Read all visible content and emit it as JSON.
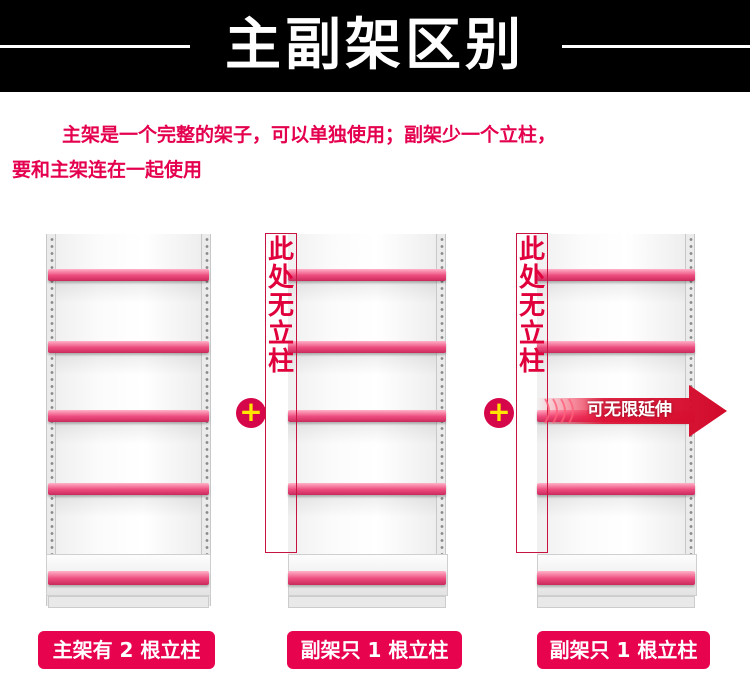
{
  "header": {
    "title": "主副架区别"
  },
  "description": {
    "line1": "主架是一个完整的架子，可以单独使用；副架少一个立柱，",
    "line2": "要和主架连在一起使用"
  },
  "main_rack": {
    "label": "主架有 2 根立柱"
  },
  "sub_rack_1": {
    "label": "副架只 1 根立柱",
    "note": "此处无立柱"
  },
  "sub_rack_2": {
    "label": "副架只 1 根立柱",
    "note": "此处无立柱",
    "arrow_text": "可无限延伸"
  },
  "plus_symbol": "+",
  "colors": {
    "accent": "#e8034f",
    "shelf": "#ec4b7e",
    "plus_fill": "#d6064a",
    "plus_text": "#ffe600",
    "header_bg": "#000000"
  }
}
